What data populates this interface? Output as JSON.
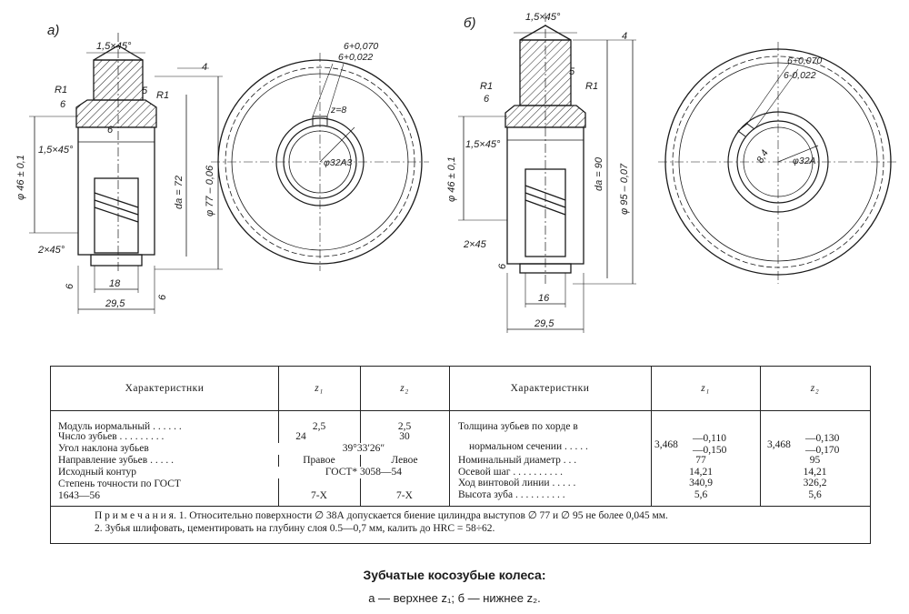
{
  "figure": {
    "panel_a": "а)",
    "panel_b": "б)",
    "a_dims": {
      "chamfer_top": "1,5×45°",
      "roughness_top": "4",
      "r1_left": "R1",
      "r1_right": "R1",
      "rough_left": "6",
      "rough_5": "5",
      "rough_mid": "6",
      "chamfer_mid": "1,5×45°",
      "dia_bore": "φ 46 ± 0,1",
      "da": "dа = 72",
      "dia_outer": "φ 77 – 0,06",
      "chamfer_bot": "2×45°",
      "rough_bot_l": "6",
      "rough_bot_r": "6",
      "w18": "18",
      "w29": "29,5",
      "key_tol_1": "6+0,070",
      "key_tol_2": "6+0,022",
      "z8": "z=8",
      "bore": "φ32A3"
    },
    "b_dims": {
      "chamfer_top": "1,5×45°",
      "roughness_top": "4",
      "r1_left": "R1",
      "r1_right": "R1",
      "rough_left": "6",
      "rough_5": "5",
      "chamfer_mid": "1,5×45°",
      "dia_bore": "φ 46 ± 0,1",
      "da": "dа = 90",
      "dia_outer": "φ 95 – 0,07",
      "chamfer_bot": "2×45",
      "rough_bot": "6",
      "w16": "16",
      "w29": "29,5",
      "key_tol_1": "6+0,070",
      "key_tol_2": "6-0,022",
      "dim84": "8,4",
      "bore": "φ32A"
    }
  },
  "table": {
    "left": {
      "header": "Характеристнки",
      "z1": "z₁",
      "z2": "z₂",
      "rows": [
        {
          "label": "Модуль иормальный . . . . . .",
          "z1": "2,5",
          "z2": "2,5"
        },
        {
          "label": "Чнсло зубьев . . . . . . . . .",
          "z1": "24",
          "z2": "30"
        },
        {
          "label": "Угол наклона зубьев",
          "both": "39°33′26″"
        },
        {
          "label": "Направление зубьев . . . . .",
          "z1": "Правое",
          "z2": "Левое"
        },
        {
          "label": "Исходный контур",
          "both": "ГОСТ* 3058—54"
        },
        {
          "label": "Степень   точности   по ГОСТ",
          "z1": "",
          "z2": ""
        },
        {
          "label": "1643—56",
          "z1": "7-Х",
          "z2": "7-Х"
        }
      ]
    },
    "right": {
      "header": "Характеристнки",
      "z1": "z₁",
      "z2": "z₂",
      "rows": [
        {
          "label": "Толщина зубьев по хорде в"
        },
        {
          "label": "нормальном сечении . . . . .",
          "z1_base": "3,468",
          "z1_up": "—0,110",
          "z1_dn": "—0,150",
          "z2_base": "3,468",
          "z2_up": "—0,130",
          "z2_dn": "—0,170"
        },
        {
          "label": "Номинальный диаметр  . . .",
          "z1": "77",
          "z2": "95"
        },
        {
          "label": "Осевой шаг . . . . . . . . . .",
          "z1": "14,21",
          "z2": "14,21"
        },
        {
          "label": "Ход винтовой линии . . . . .",
          "z1": "340,9",
          "z2": "326,2"
        },
        {
          "label": "Высота зуба . . . . . . . . . .",
          "z1": "5,6",
          "z2": "5,6"
        }
      ]
    },
    "notes": [
      "П р и м е ч а н и я.  1. Относительно поверхности ∅ 38А допускается биение цилиндра выступов ∅ 77 и ∅ 95 не более 0,045 мм.",
      "2. Зубья шлифовать, цементировать на глубину слоя 0.5—0,7 мм, калить до HRC = 58÷62."
    ]
  },
  "caption": {
    "title": "Зубчатые косозубые колеса:",
    "subtitle": "а — верхнее z₁;  б — нижнее z₂."
  }
}
